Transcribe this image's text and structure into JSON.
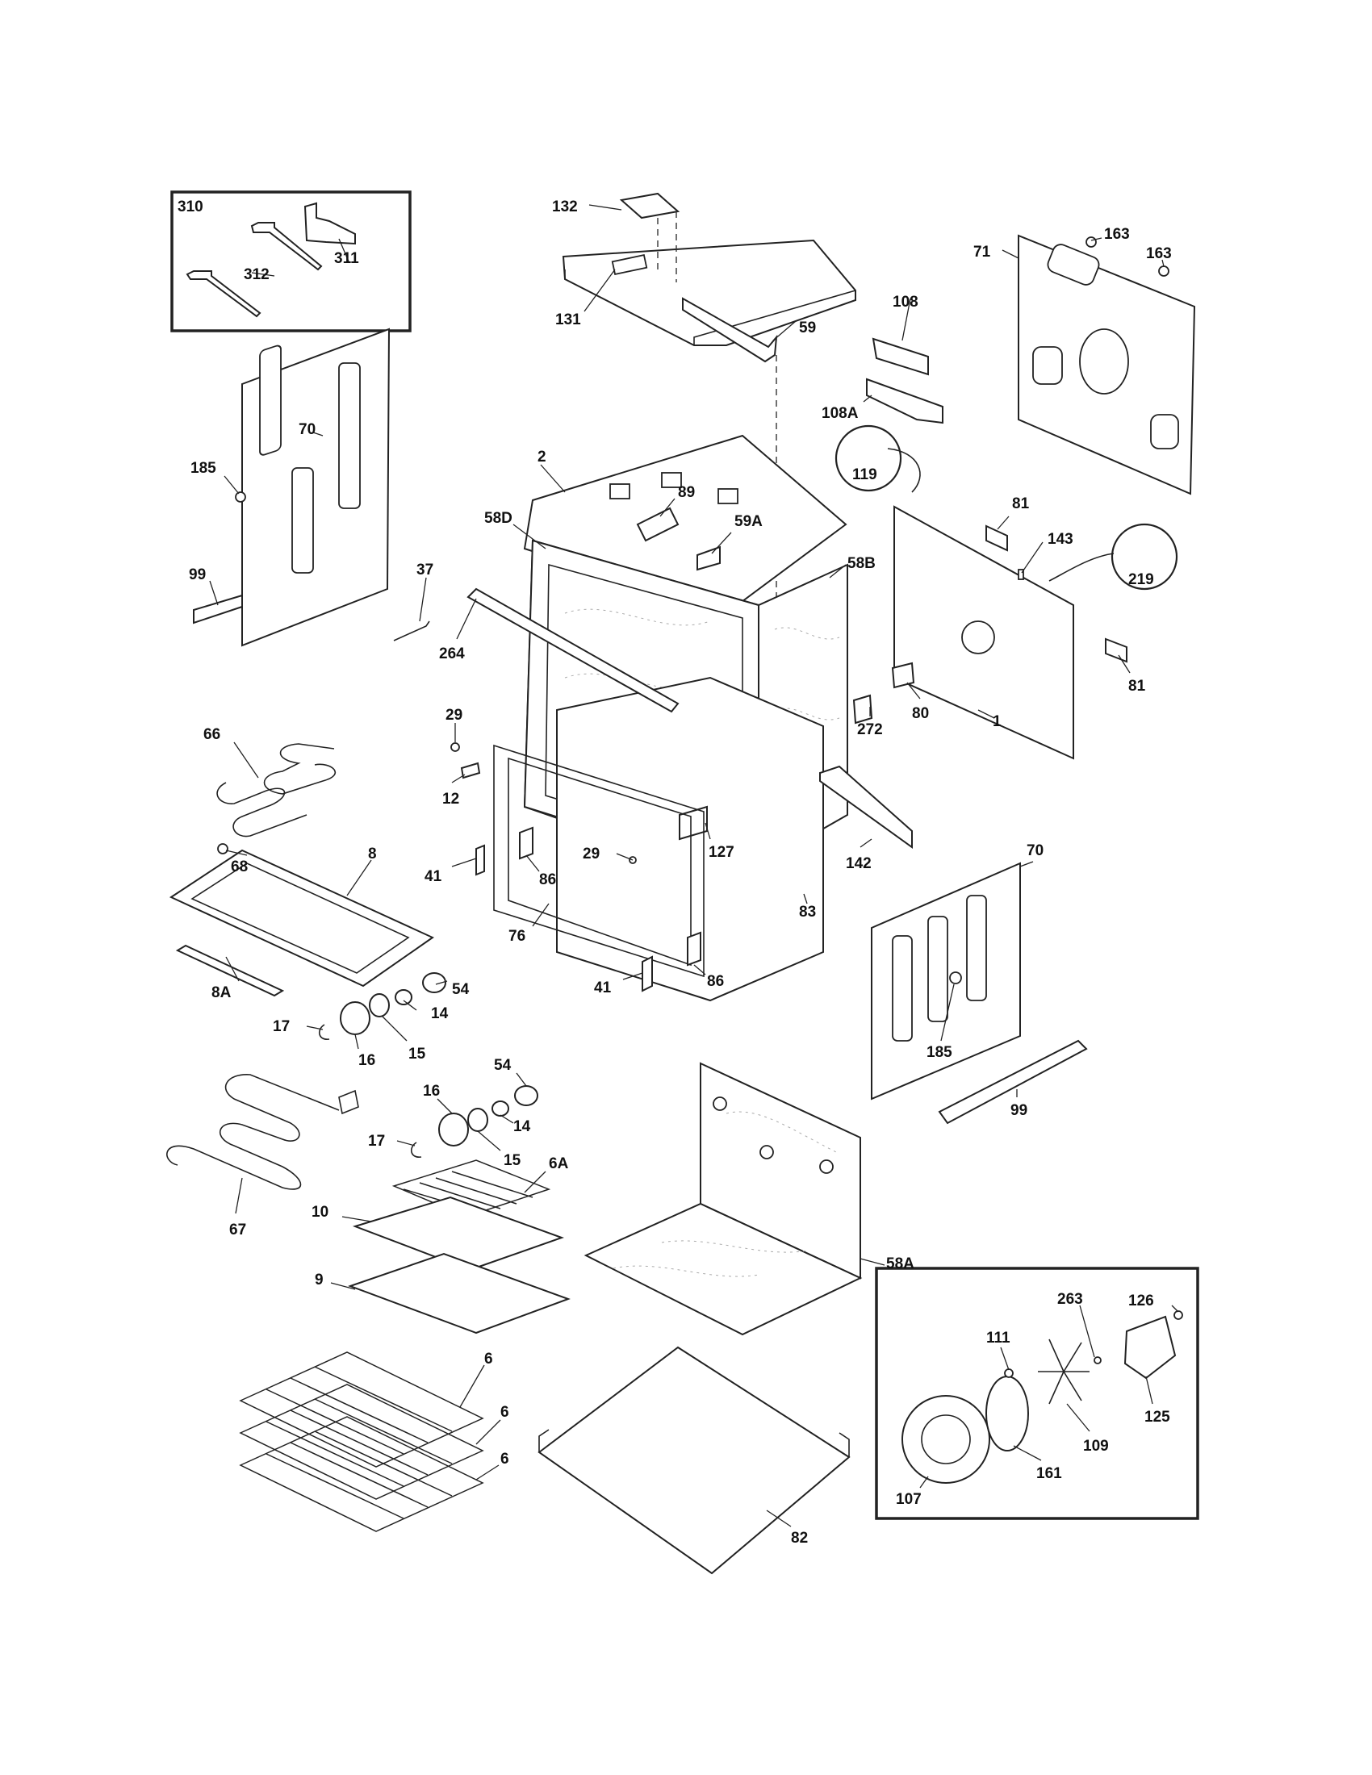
{
  "diagram": {
    "type": "exploded-parts-diagram",
    "parts": [
      {
        "id": "p310",
        "label": "310"
      },
      {
        "id": "p312",
        "label": "312"
      },
      {
        "id": "p311",
        "label": "311"
      },
      {
        "id": "p132",
        "label": "132"
      },
      {
        "id": "p131",
        "label": "131"
      },
      {
        "id": "p59",
        "label": "59"
      },
      {
        "id": "p163a",
        "label": "163"
      },
      {
        "id": "p163b",
        "label": "163"
      },
      {
        "id": "p71",
        "label": "71"
      },
      {
        "id": "p108",
        "label": "108"
      },
      {
        "id": "p108A",
        "label": "108A"
      },
      {
        "id": "p70a",
        "label": "70"
      },
      {
        "id": "p185a",
        "label": "185"
      },
      {
        "id": "p99a",
        "label": "99"
      },
      {
        "id": "p2",
        "label": "2"
      },
      {
        "id": "p89",
        "label": "89"
      },
      {
        "id": "p58D",
        "label": "58D"
      },
      {
        "id": "p59A",
        "label": "59A"
      },
      {
        "id": "p58B",
        "label": "58B"
      },
      {
        "id": "p119",
        "label": "119"
      },
      {
        "id": "p81a",
        "label": "81"
      },
      {
        "id": "p143",
        "label": "143"
      },
      {
        "id": "p219",
        "label": "219"
      },
      {
        "id": "p81b",
        "label": "81"
      },
      {
        "id": "p37",
        "label": "37"
      },
      {
        "id": "p264",
        "label": "264"
      },
      {
        "id": "p29a",
        "label": "29"
      },
      {
        "id": "p12",
        "label": "12"
      },
      {
        "id": "p66",
        "label": "66"
      },
      {
        "id": "p272",
        "label": "272"
      },
      {
        "id": "p80",
        "label": "80"
      },
      {
        "id": "p1",
        "label": "1"
      },
      {
        "id": "p29b",
        "label": "29"
      },
      {
        "id": "p127",
        "label": "127"
      },
      {
        "id": "p142",
        "label": "142"
      },
      {
        "id": "p8",
        "label": "8"
      },
      {
        "id": "p68",
        "label": "68"
      },
      {
        "id": "p41a",
        "label": "41"
      },
      {
        "id": "p86a",
        "label": "86"
      },
      {
        "id": "p83",
        "label": "83"
      },
      {
        "id": "p70b",
        "label": "70"
      },
      {
        "id": "p76",
        "label": "76"
      },
      {
        "id": "p54a",
        "label": "54"
      },
      {
        "id": "p14a",
        "label": "14"
      },
      {
        "id": "p41b",
        "label": "41"
      },
      {
        "id": "p86b",
        "label": "86"
      },
      {
        "id": "p8A",
        "label": "8A"
      },
      {
        "id": "p17a",
        "label": "17"
      },
      {
        "id": "p16a",
        "label": "16"
      },
      {
        "id": "p15a",
        "label": "15"
      },
      {
        "id": "p185b",
        "label": "185"
      },
      {
        "id": "p99b",
        "label": "99"
      },
      {
        "id": "p54b",
        "label": "54"
      },
      {
        "id": "p16b",
        "label": "16"
      },
      {
        "id": "p14b",
        "label": "14"
      },
      {
        "id": "p17b",
        "label": "17"
      },
      {
        "id": "p15b",
        "label": "15"
      },
      {
        "id": "p6A",
        "label": "6A"
      },
      {
        "id": "p10",
        "label": "10"
      },
      {
        "id": "p67",
        "label": "67"
      },
      {
        "id": "p9",
        "label": "9"
      },
      {
        "id": "p58A",
        "label": "58A"
      },
      {
        "id": "p126",
        "label": "126"
      },
      {
        "id": "p263",
        "label": "263"
      },
      {
        "id": "p111",
        "label": "111"
      },
      {
        "id": "p125",
        "label": "125"
      },
      {
        "id": "p109",
        "label": "109"
      },
      {
        "id": "p6a",
        "label": "6"
      },
      {
        "id": "p6b",
        "label": "6"
      },
      {
        "id": "p6c",
        "label": "6"
      },
      {
        "id": "p161",
        "label": "161"
      },
      {
        "id": "p107",
        "label": "107"
      },
      {
        "id": "p82",
        "label": "82"
      }
    ]
  }
}
